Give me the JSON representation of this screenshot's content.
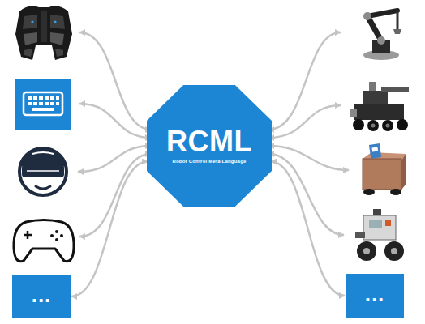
{
  "diagram": {
    "nodes": [
      {
        "text": [
          "RCML",
          "Robot Control Meta Language"
        ]
      },
      {
        "text": [
          "..."
        ]
      },
      {
        "text": [
          "..."
        ]
      }
    ],
    "edges": [
      {
        "from": 1,
        "to": 0,
        "arrow": "both"
      },
      {
        "from": 2,
        "to": 0,
        "arrow": "both"
      }
    ]
  }
}
